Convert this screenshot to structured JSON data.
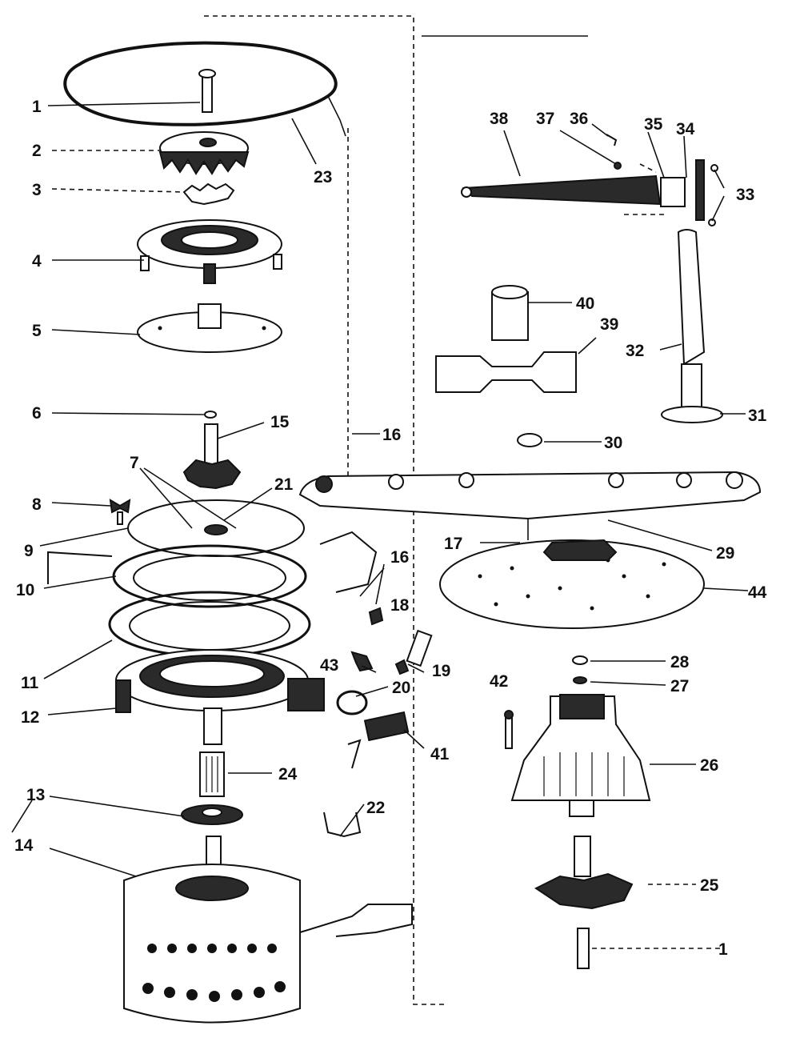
{
  "diagram": {
    "labels": {
      "p1": "1",
      "p2": "2",
      "p3": "3",
      "p4": "4",
      "p5": "5",
      "p6": "6",
      "p7": "7",
      "p8": "8",
      "p9": "9",
      "p10": "10",
      "p11": "11",
      "p12": "12",
      "p13": "13",
      "p14": "14",
      "p15": "15",
      "p16a": "16",
      "p16b": "16",
      "p17": "17",
      "p18": "18",
      "p19": "19",
      "p20": "20",
      "p21": "21",
      "p22": "22",
      "p23": "23",
      "p24": "24",
      "p25": "25",
      "p26": "26",
      "p27": "27",
      "p28": "28",
      "p29": "29",
      "p30": "30",
      "p31": "31",
      "p32": "32",
      "p33": "33",
      "p34": "34",
      "p35": "35",
      "p36": "36",
      "p37": "37",
      "p38": "38",
      "p39": "39",
      "p40": "40",
      "p41": "41",
      "p42": "42",
      "p43": "43",
      "p44": "44",
      "p1b": "1"
    }
  }
}
